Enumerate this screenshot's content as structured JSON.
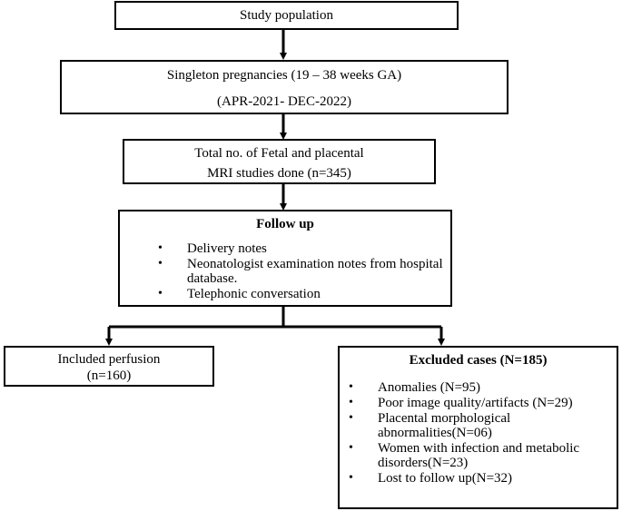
{
  "nodes": {
    "study_population": {
      "text": "Study population"
    },
    "singleton": {
      "line1": "Singleton pregnancies (19 – 38 weeks GA)",
      "line2": "(APR-2021- DEC-2022)"
    },
    "total_mri": {
      "line1": "Total no. of Fetal and placental",
      "line2": "MRI studies done (n=345)"
    },
    "follow_up": {
      "title": "Follow up",
      "items": [
        "Delivery notes",
        "Neonatologist examination notes from hospital database.",
        "Telephonic conversation"
      ]
    },
    "included": {
      "line1": "Included perfusion",
      "line2": "(n=160)"
    },
    "excluded": {
      "title": "Excluded cases (N=185)",
      "items": [
        "Anomalies (N=95)",
        "Poor image quality/artifacts (N=29)",
        "Placental morphological abnormalities(N=06)",
        "Women with infection and metabolic disorders(N=23)",
        "Lost to follow up(N=32)"
      ]
    }
  }
}
